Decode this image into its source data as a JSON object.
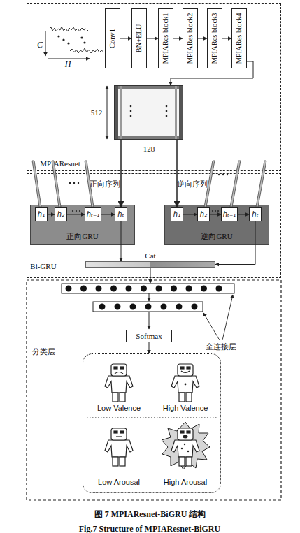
{
  "diagram": {
    "caption": "图 7 MPIAResnet-BiGRU 结构",
    "nodes": [
      {
        "text": [
          "MPIAResnet"
        ]
      },
      {
        "text": [
          "Conv1"
        ],
        "in": 0
      },
      {
        "text": [
          "BN+ELU"
        ],
        "in": 0
      },
      {
        "text": [
          "MPIARes block1"
        ],
        "in": 0
      },
      {
        "text": [
          "MPIARes block2"
        ],
        "in": 0
      },
      {
        "text": [
          "MPIARes block3"
        ],
        "in": 0
      },
      {
        "text": [
          "MPIARes block4"
        ],
        "in": 0
      },
      {
        "text": [
          "512",
          "128"
        ],
        "in": 0
      },
      {
        "text": [
          "Bi-GRU"
        ]
      },
      {
        "text": [
          "正向GRU"
        ],
        "in": 8
      },
      {
        "text": [
          "h₁"
        ],
        "in": 9
      },
      {
        "text": [
          "h₂"
        ],
        "in": 9
      },
      {
        "text": [
          "hₜ₋₁"
        ],
        "in": 9
      },
      {
        "text": [
          "hₜ"
        ],
        "in": 9
      },
      {
        "text": [
          "逆向GRU"
        ],
        "in": 8
      },
      {
        "text": [
          "h₁"
        ],
        "in": 14
      },
      {
        "text": [
          "h₂"
        ],
        "in": 14
      },
      {
        "text": [
          "hₜ₋₁"
        ],
        "in": 14
      },
      {
        "text": [
          "hₜ"
        ],
        "in": 14
      },
      {
        "text": [
          "Cat"
        ],
        "in": 8
      },
      {
        "text": [
          "Softmax"
        ]
      },
      {
        "text": [
          "分类层"
        ]
      }
    ],
    "edges": [
      {
        "from": 1,
        "to": 2,
        "arrow": "to"
      },
      {
        "from": 2,
        "to": 3,
        "arrow": "to"
      },
      {
        "from": 3,
        "to": 4,
        "arrow": "to"
      },
      {
        "from": 4,
        "to": 5,
        "arrow": "to"
      },
      {
        "from": 5,
        "to": 6,
        "arrow": "to"
      },
      {
        "from": 6,
        "to": 7,
        "arrow": "to"
      },
      {
        "from": 10,
        "to": 11,
        "arrow": "to"
      },
      {
        "from": 11,
        "to": 12,
        "arrow": "to"
      },
      {
        "from": 12,
        "to": 13,
        "arrow": "to"
      },
      {
        "from": 15,
        "to": 16,
        "arrow": "to"
      },
      {
        "from": 16,
        "to": 17,
        "arrow": "to"
      },
      {
        "from": 17,
        "to": 18,
        "arrow": "to"
      },
      {
        "from": 13,
        "to": 19,
        "arrow": "to"
      },
      {
        "from": 18,
        "to": 19,
        "arrow": "to"
      },
      {
        "from": 20,
        "to": 21,
        "arrow": "to"
      }
    ],
    "labels": [
      "C",
      "H",
      "正向序列",
      "逆向序列",
      "全连接层",
      "Low Valence",
      "High Valence",
      "Low Arousal",
      "High Arousal",
      "Fig.7 Structure of MPIAResnet-BiGRU"
    ]
  }
}
